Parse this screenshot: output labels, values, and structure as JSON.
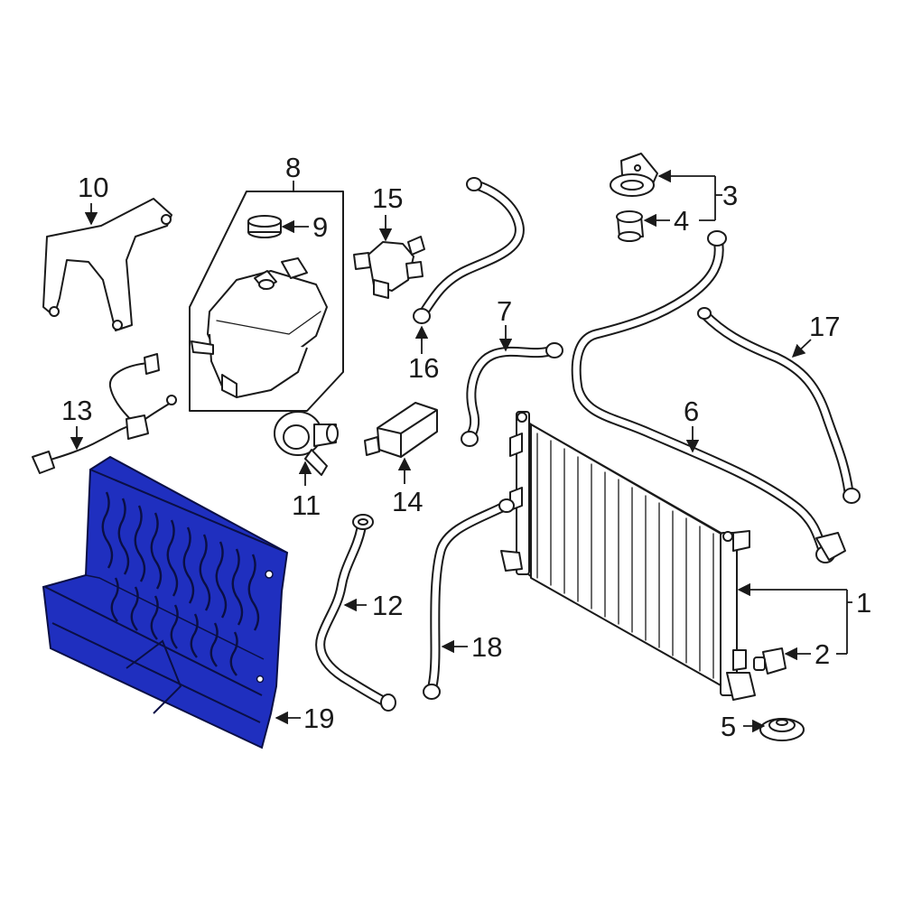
{
  "highlight_color": "#1f2fbf",
  "callouts": {
    "c1": "1",
    "c2": "2",
    "c3": "3",
    "c4": "4",
    "c5": "5",
    "c6": "6",
    "c7": "7",
    "c8": "8",
    "c9": "9",
    "c10": "10",
    "c11": "11",
    "c12": "12",
    "c13": "13",
    "c14": "14",
    "c15": "15",
    "c16": "16",
    "c17": "17",
    "c18": "18",
    "c19": "19"
  }
}
